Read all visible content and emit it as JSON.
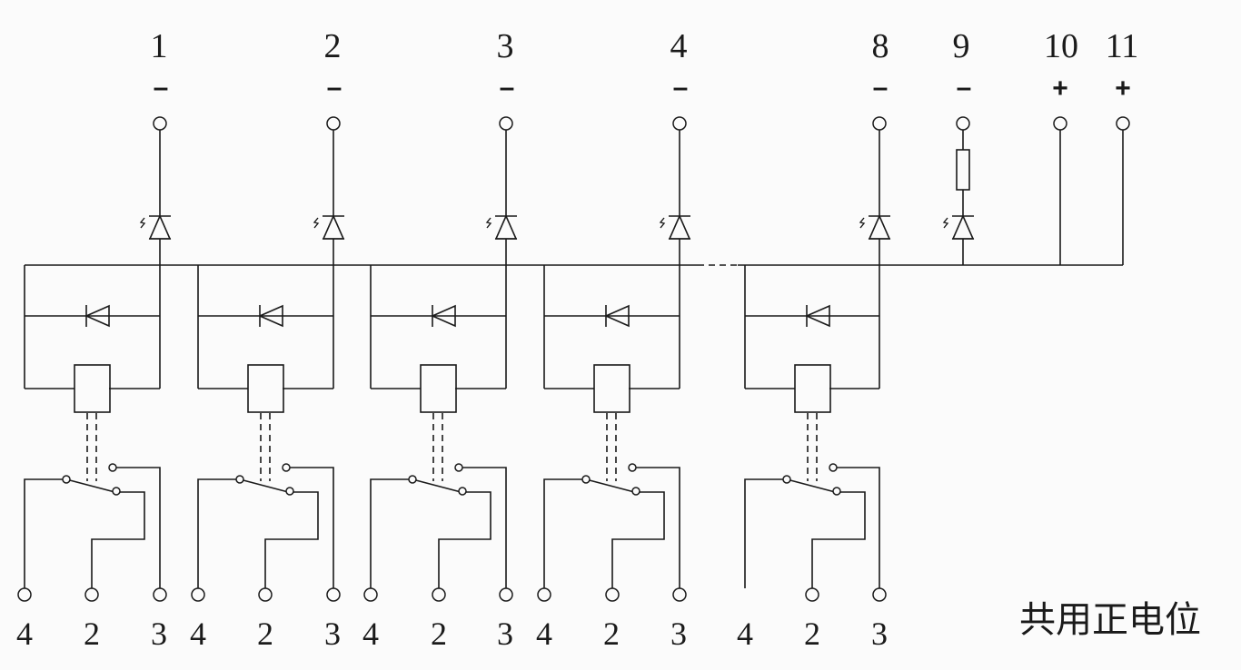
{
  "top_terminals": [
    {
      "label": "1",
      "polarity": "–"
    },
    {
      "label": "2",
      "polarity": "–"
    },
    {
      "label": "3",
      "polarity": "–"
    },
    {
      "label": "4",
      "polarity": "–"
    },
    {
      "label": "8",
      "polarity": "–"
    },
    {
      "label": "9",
      "polarity": "–"
    },
    {
      "label": "10",
      "polarity": "+"
    },
    {
      "label": "11",
      "polarity": "+"
    }
  ],
  "bottom_terminals": [
    [
      "4",
      "2",
      "3"
    ],
    [
      "4",
      "2",
      "3"
    ],
    [
      "4",
      "2",
      "3"
    ],
    [
      "4",
      "2",
      "3"
    ],
    [
      "4",
      "2",
      "3"
    ]
  ],
  "note": "共用正电位"
}
